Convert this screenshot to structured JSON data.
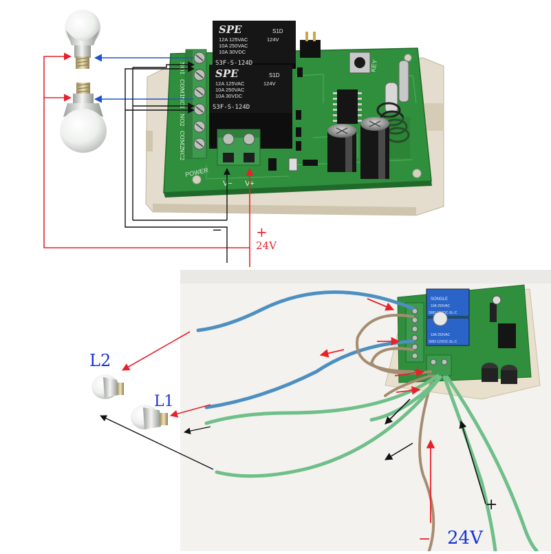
{
  "colors": {
    "pcb_green": "#2f8f3c",
    "relay_black": "#161616",
    "terminal_green": "#3d9a4e",
    "wire_red": "#e8202a",
    "wire_black": "#111111",
    "wire_blue": "#2050d0",
    "cable_blue": "#4d8fc0",
    "cable_green": "#6fbf88",
    "cable_brown": "#a58c70",
    "label_blue": "#1730d8",
    "label_red": "#e8202a"
  },
  "top_diagram": {
    "relays": [
      {
        "brand": "SPE",
        "code": "S1D",
        "spec_lines": [
          "12A 125VAC",
          "10A 250VAC",
          "10A 30VDC"
        ],
        "coil": "124V",
        "model": "S3F-S-124D"
      },
      {
        "brand": "SPE",
        "code": "S1D",
        "spec_lines": [
          "12A 125VAC",
          "10A 250VAC",
          "10A 30VDC"
        ],
        "coil": "124V",
        "model": "S3F-S-124D"
      }
    ],
    "terminal_labels": [
      "NO1",
      "COM1",
      "NC1",
      "NO2",
      "COM2",
      "NC2"
    ],
    "power_label": "POWER",
    "key_label": "KEY",
    "v_minus": "V−",
    "v_plus": "V+",
    "minus_sign": "−",
    "plus_sign": "+",
    "voltage": "24V"
  },
  "bottom_photo": {
    "relay_labels": [
      "SRD-12VDC-SL-C",
      "SRD-12VDC-SL-C"
    ],
    "relay_brand": "SONGLE",
    "relay_spec": "10A 250VAC",
    "lamp_labels": [
      "L2",
      "L1"
    ],
    "plus_sign": "+",
    "minus_sign": "−",
    "voltage": "24V"
  }
}
